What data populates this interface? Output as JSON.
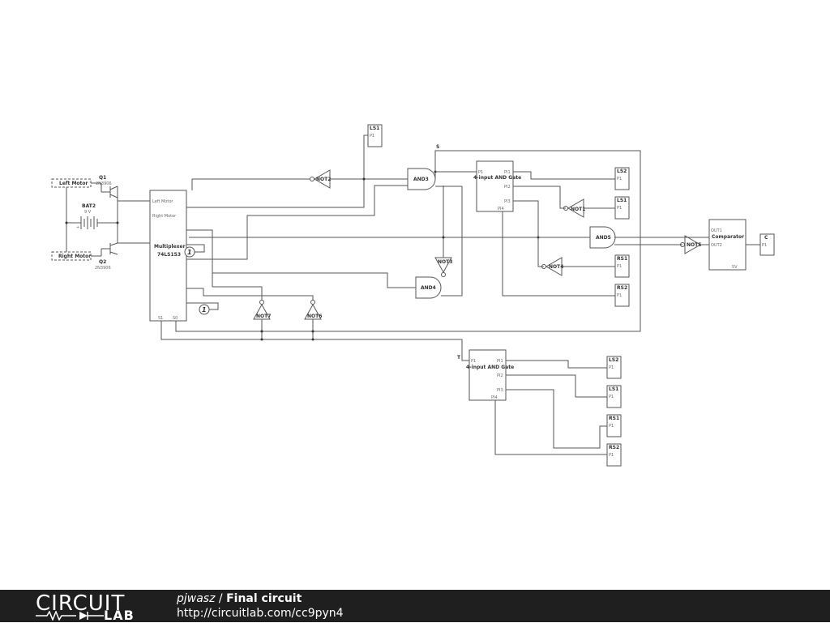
{
  "footer": {
    "logo_top": "CIRCUIT",
    "logo_bottom": "LAB",
    "author": "pjwasz",
    "separator": " / ",
    "title": "Final circuit",
    "url": "http://circuitlab.com/cc9pyn4"
  },
  "circuit": {
    "left_motor": "Left Motor",
    "right_motor": "Right Motor",
    "q1": "Q1",
    "q1_part": "2N3906",
    "q2": "Q2",
    "q2_part": "2N3906",
    "bat": "BAT2",
    "bat_v": "9 V",
    "mux_left": "Left Motor",
    "mux_right": "Right Motor",
    "mux_name": "Multiplexer",
    "mux_part": "74LS153",
    "mux_s1": "S1",
    "mux_s0": "S0",
    "one_a": "1",
    "one_b": "1",
    "not1": "NOT1",
    "not2": "NOT2",
    "not3": "NOT3",
    "not4": "NOT4",
    "not5": "NOT5",
    "not6": "NOT6",
    "not7": "NOT7",
    "and3": "AND3",
    "and4": "AND4",
    "and5": "AND5",
    "s_net": "S",
    "t_net": "T",
    "gate_a_name": "4-input AND Gate",
    "gate_b_name": "4-input AND Gate",
    "pin_p1": "P1",
    "pin_pi1": "PI1",
    "pin_pi2": "PI2",
    "pin_pi3": "PI3",
    "pin_pi4": "PI4",
    "ls1": "LS1",
    "ls2": "LS2",
    "rs1": "RS1",
    "rs2": "RS2",
    "c": "C",
    "comp_name": "Comparator",
    "comp_out1": "OUT1",
    "comp_out2": "OUT2",
    "comp_5v": "5V"
  }
}
